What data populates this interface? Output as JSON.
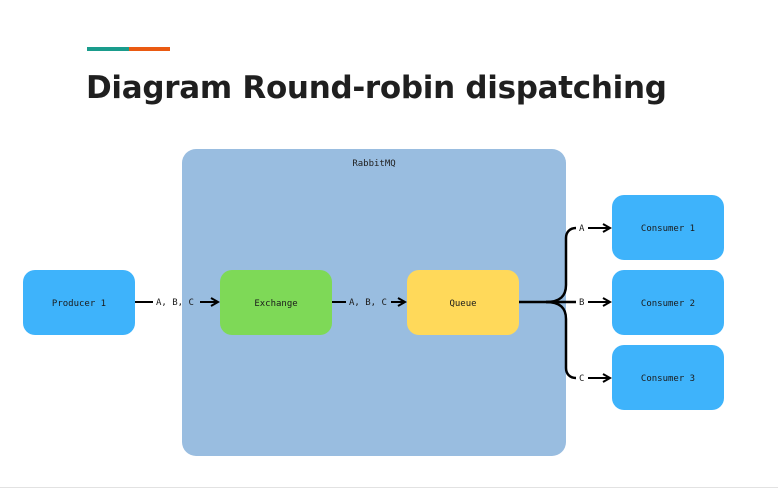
{
  "title": "Diagram Round-robin dispatching",
  "colors": {
    "accent_teal": "#1a9c8c",
    "accent_orange": "#ea5a12",
    "broker_bg": "#99bde0",
    "producer_bg": "#3eb3fb",
    "exchange_bg": "#7ed957",
    "queue_bg": "#ffd95a",
    "consumer_bg": "#3eb3fb"
  },
  "diagram": {
    "broker_label": "RabbitMQ",
    "producer": "Producer 1",
    "exchange": "Exchange",
    "queue": "Queue",
    "consumers": [
      "Consumer 1",
      "Consumer 2",
      "Consumer 3"
    ],
    "edge_labels": {
      "producer_to_exchange": "A, B, C",
      "exchange_to_queue": "A, B, C",
      "queue_to_consumer_1": "A",
      "queue_to_consumer_2": "B",
      "queue_to_consumer_3": "C"
    }
  }
}
